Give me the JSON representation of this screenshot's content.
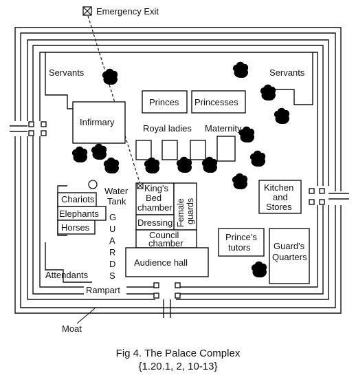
{
  "figure": {
    "caption_line1": "Fig 4. The Palace Complex",
    "caption_line2": "{1.20.1, 2, 10-13}"
  },
  "labels": {
    "emergency_exit": "Emergency Exit",
    "servants_left": "Servants",
    "servants_right": "Servants",
    "princes": "Princes",
    "princesses": "Princesses",
    "infirmary": "Infirmary",
    "royal_ladies": "Royal ladies",
    "maternity": "Maternity",
    "water": "Water",
    "tank": "Tank",
    "kings_bed_1": "King's",
    "kings_bed_2": "Bed",
    "kings_bed_3": "chamber",
    "female_guards_1": "Female",
    "female_guards_2": "guards",
    "dressing": "Dressing",
    "council_1": "Council",
    "council_2": "chamber",
    "audience_hall": "Audience hall",
    "chariots": "Chariots",
    "elephants": "Elephants",
    "horses": "Horses",
    "guards_vertical": [
      "G",
      "U",
      "A",
      "R",
      "D",
      "S"
    ],
    "kitchen_1": "Kitchen",
    "kitchen_2": "and",
    "kitchen_3": "Stores",
    "princes_tutors_1": "Prince's",
    "princes_tutors_2": "tutors",
    "guards_quarters_1": "Guard's",
    "guards_quarters_2": "Quarters",
    "attendants": "Attendants",
    "rampart": "Rampart",
    "moat": "Moat"
  },
  "icons": {
    "exit_marker": "boxed-x-icon",
    "tree": "tree-icon",
    "tank": "circle-icon"
  }
}
